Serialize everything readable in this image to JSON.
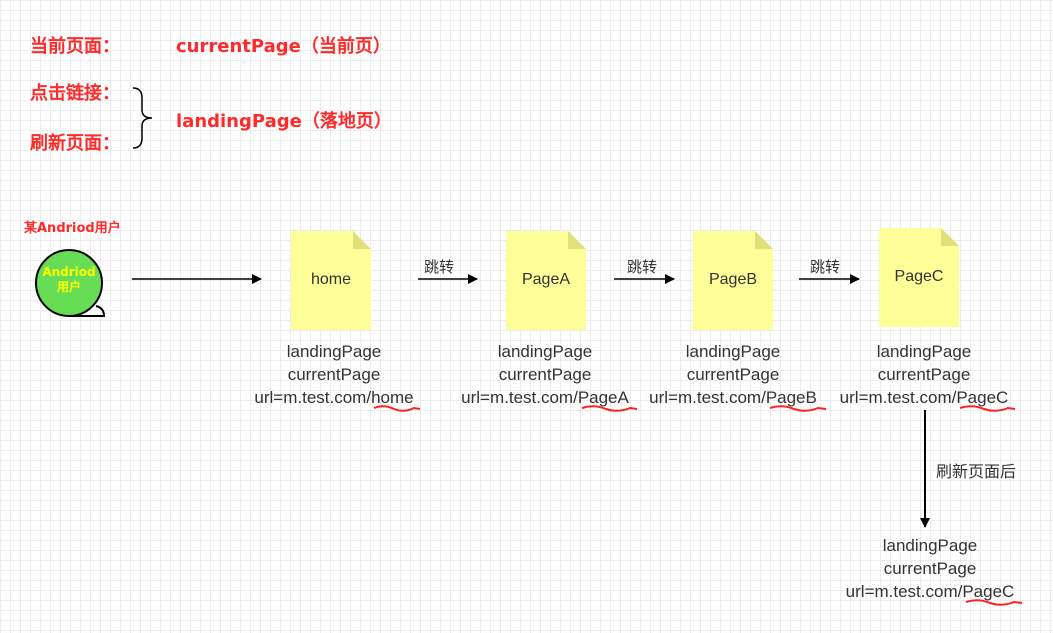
{
  "legend": {
    "current_label": "当前页面：",
    "current_value": "currentPage（当前页）",
    "click_label": "点击链接：",
    "refresh_label": "刷新页面：",
    "landing_value": "landingPage（落地页）"
  },
  "user": {
    "caption": "某Andriod用户",
    "badge_line1": "Andriod",
    "badge_line2": "用户"
  },
  "pages": [
    {
      "name": "home",
      "landing": "landingPage",
      "current": "currentPage",
      "url_prefix": "url=m.test.com/",
      "url_path": "home"
    },
    {
      "name": "PageA",
      "landing": "landingPage",
      "current": "currentPage",
      "url_prefix": "url=m.test.com/",
      "url_path": "PageA"
    },
    {
      "name": "PageB",
      "landing": "landingPage",
      "current": "currentPage",
      "url_prefix": "url=m.test.com/",
      "url_path": "PageB"
    },
    {
      "name": "PageC",
      "landing": "landingPage",
      "current": "currentPage",
      "url_prefix": "url=m.test.com/",
      "url_path": "PageC"
    }
  ],
  "arrows": {
    "jump1": "跳转",
    "jump2": "跳转",
    "jump3": "跳转",
    "refresh": "刷新页面后"
  },
  "after_refresh": {
    "landing": "landingPage",
    "current": "currentPage",
    "url_prefix": "url=m.test.com/",
    "url_path": "PageC"
  },
  "colors": {
    "accent_red": "#ff2a2a",
    "note_fill": "#ffff99",
    "note_fold": "#e0e07a",
    "user_fill": "#66dd55",
    "user_text": "#ffff00"
  }
}
